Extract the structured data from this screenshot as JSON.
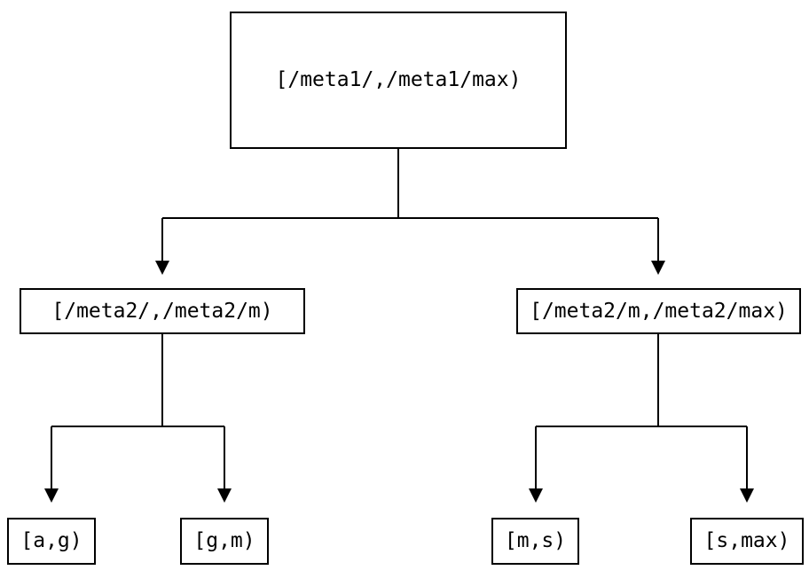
{
  "colors": {
    "bg": "#ffffff",
    "ink": "#000000"
  },
  "diagram": {
    "type": "tree",
    "description": "Binary key-range partition tree, two levels of splits with arrowed connectors",
    "nodes": {
      "root": {
        "label": "[/meta1/,/meta1/max)"
      },
      "left": {
        "label": "[/meta2/,/meta2/m)"
      },
      "right": {
        "label": "[/meta2/m,/meta2/max)"
      },
      "leaf_ag": {
        "label": "[a,g)"
      },
      "leaf_gm": {
        "label": "[g,m)"
      },
      "leaf_ms": {
        "label": "[m,s)"
      },
      "leaf_smax": {
        "label": "[s,max)"
      }
    },
    "edges": [
      {
        "from": "root",
        "to": "left"
      },
      {
        "from": "root",
        "to": "right"
      },
      {
        "from": "left",
        "to": "leaf_ag"
      },
      {
        "from": "left",
        "to": "leaf_gm"
      },
      {
        "from": "right",
        "to": "leaf_ms"
      },
      {
        "from": "right",
        "to": "leaf_smax"
      }
    ]
  }
}
